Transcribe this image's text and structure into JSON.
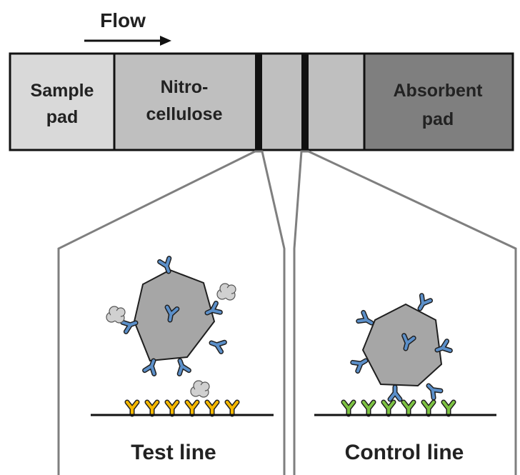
{
  "flow": {
    "label": "Flow"
  },
  "strip": {
    "sample_pad": {
      "line1": "Sample",
      "line2": "pad"
    },
    "nitrocellulose": {
      "line1": "Nitro-",
      "line2": "cellulose"
    },
    "absorbent_pad": {
      "line1": "Absorbent",
      "line2": "pad"
    }
  },
  "panels": {
    "test": {
      "label": "Test line",
      "capture_color": "#f5b800"
    },
    "control": {
      "label": "Control line",
      "capture_color": "#7dc242"
    }
  },
  "colors": {
    "sample_pad": "#d9d9d9",
    "nitrocellulose": "#bfbfbf",
    "absorbent_pad": "#7f7f7f",
    "antibody": "#5b8fc9",
    "particle": "#a6a6a6",
    "antigen": "#d0d0d0",
    "outline": "#7f7f7f"
  },
  "icons": {
    "antibody": "y-shaped-antibody-icon",
    "antigen": "cloud-antigen-icon",
    "particle": "hexagon-nanoparticle-icon"
  }
}
